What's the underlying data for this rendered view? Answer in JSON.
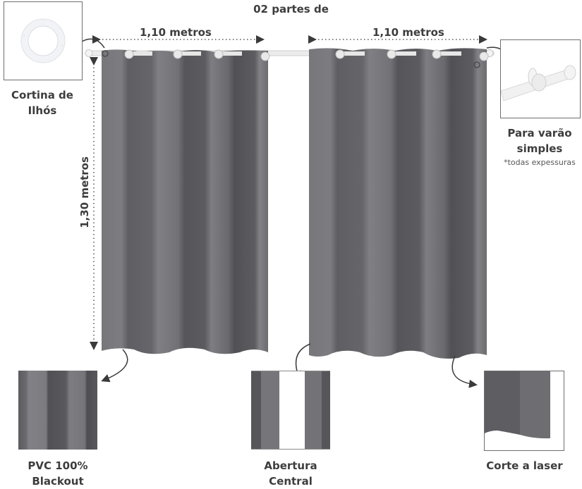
{
  "title": "02 partes de",
  "dimensions": {
    "left_width": "1,10 metros",
    "right_width": "1,10 metros",
    "height": "1,30 metros"
  },
  "features": {
    "grommet": {
      "icon": "grommet-ring-icon",
      "label_line1": "Cortina de",
      "label_line2": "Ilhós"
    },
    "rod": {
      "icon": "curtain-rod-icon",
      "label_line1": "Para varão",
      "label_line2": "simples",
      "note": "*todas expessuras"
    },
    "blackout": {
      "icon": "fabric-swatch-icon",
      "label_line1": "PVC 100%",
      "label_line2": "Blackout"
    },
    "opening": {
      "icon": "central-opening-icon",
      "label_line1": "Abertura",
      "label_line2": "Central"
    },
    "laser": {
      "icon": "laser-cut-hem-icon",
      "label_line1": "Corte a laser"
    }
  },
  "colors": {
    "curtain": "#6f6f73",
    "curtain_dark": "#545458",
    "curtain_light": "#818185",
    "text": "#3d3d3d",
    "rod": "#f0f0f0"
  }
}
